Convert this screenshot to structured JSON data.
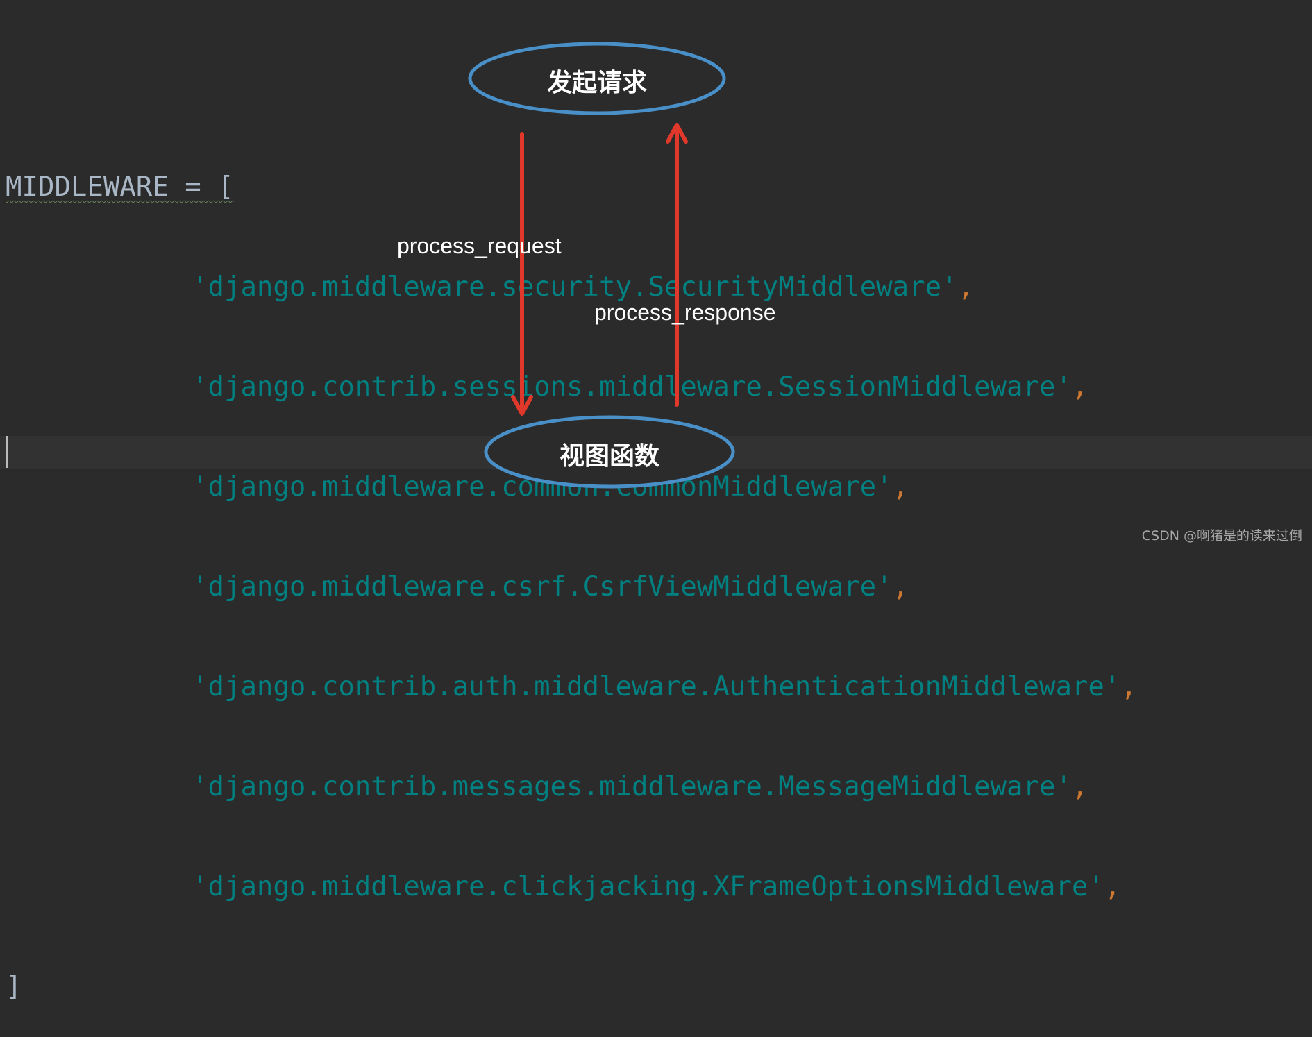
{
  "code": {
    "opening": "MIDDLEWARE = [",
    "lines": [
      {
        "string": "'django.middleware.security.SecurityMiddleware'",
        "comma": ","
      },
      {
        "string": "'django.contrib.sessions.middleware.SessionMiddleware'",
        "comma": ","
      },
      {
        "string": "'django.middleware.common.CommonMiddleware'",
        "comma": ","
      },
      {
        "string": "'django.middleware.csrf.CsrfViewMiddleware'",
        "comma": ","
      },
      {
        "string": "'django.contrib.auth.middleware.AuthenticationMiddleware'",
        "comma": ","
      },
      {
        "string": "'django.contrib.messages.middleware.MessageMiddleware'",
        "comma": ","
      },
      {
        "string": "'django.middleware.clickjacking.XFrameOptionsMiddleware'",
        "comma": ","
      }
    ],
    "closing": "]"
  },
  "diagram": {
    "top_node": "发起请求",
    "bottom_node": "视图函数",
    "down_arrow_label": "process_request",
    "up_arrow_label": "process_response"
  },
  "colors": {
    "background": "#2b2b2b",
    "string": "#008080",
    "comma": "#cc7832",
    "ellipse_stroke": "#4a90c8",
    "arrow": "#e0392b"
  },
  "watermark": "CSDN @啊猪是的读来过倒"
}
